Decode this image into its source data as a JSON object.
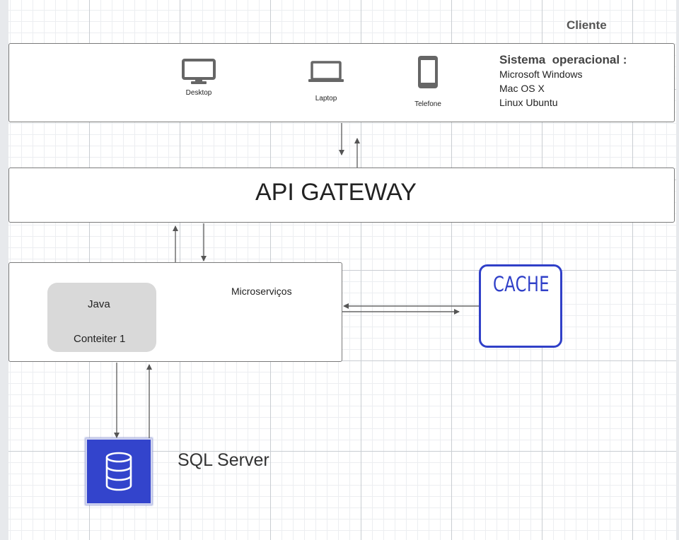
{
  "header": {
    "title": "Cliente"
  },
  "client": {
    "devices": [
      {
        "label": "Desktop",
        "icon": "desktop-icon"
      },
      {
        "label": "Laptop",
        "icon": "laptop-icon"
      },
      {
        "label": "Telefone",
        "icon": "phone-icon"
      }
    ],
    "os_title": "Sistema  operacional :",
    "os_list": [
      "Microsoft Windows",
      "Mac OS X",
      "Linux Ubuntu"
    ]
  },
  "gateway": {
    "title": "API GATEWAY"
  },
  "microservices": {
    "label": "Microserviços",
    "container": {
      "line1": "Java",
      "line2": "Conteiter  1"
    }
  },
  "cache": {
    "label": "CACHE",
    "color": "#3040c8"
  },
  "database": {
    "label": "SQL Server",
    "icon": "database-icon",
    "color": "#3344cc"
  }
}
